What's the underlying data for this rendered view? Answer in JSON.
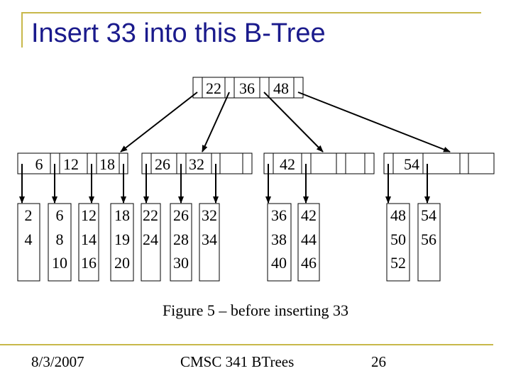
{
  "title": "Insert 33 into this B-Tree",
  "root": {
    "keys": [
      "22",
      "36",
      "48"
    ]
  },
  "internal_nodes": [
    {
      "keys": [
        "6",
        "12",
        "18"
      ]
    },
    {
      "keys": [
        "26",
        "32"
      ]
    },
    {
      "keys": [
        "42"
      ]
    },
    {
      "keys": [
        "54"
      ]
    }
  ],
  "leaves": [
    {
      "values": [
        "2",
        "4"
      ]
    },
    {
      "values": [
        "6",
        "8",
        "10"
      ]
    },
    {
      "values": [
        "12",
        "14",
        "16"
      ]
    },
    {
      "values": [
        "18",
        "19",
        "20"
      ]
    },
    {
      "values": [
        "22",
        "24"
      ]
    },
    {
      "values": [
        "26",
        "28",
        "30"
      ]
    },
    {
      "values": [
        "32",
        "34"
      ]
    },
    {
      "values": [
        "36",
        "38",
        "40"
      ]
    },
    {
      "values": [
        "42",
        "44",
        "46"
      ]
    },
    {
      "values": [
        "48",
        "50",
        "52"
      ]
    },
    {
      "values": [
        "54",
        "56"
      ]
    }
  ],
  "caption": "Figure 5 – before inserting 33",
  "footer": {
    "date": "8/3/2007",
    "course": "CMSC 341 BTrees",
    "page": "26"
  },
  "colors": {
    "title": "#1a1a8c",
    "frame": "#c8b84a"
  }
}
